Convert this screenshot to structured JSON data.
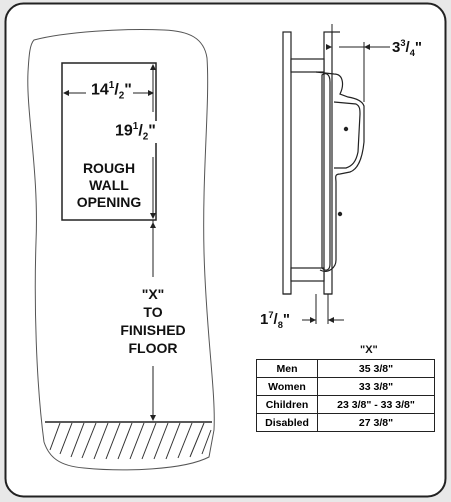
{
  "left_dims": {
    "width": {
      "whole": "14",
      "num": "1",
      "den": "2",
      "unit": "\""
    },
    "height": {
      "whole": "19",
      "num": "1",
      "den": "2",
      "unit": "\""
    }
  },
  "rough_opening_lines": [
    "ROUGH",
    "WALL",
    "OPENING"
  ],
  "x_floor_lines": [
    "\"X\"",
    "TO",
    "FINISHED",
    "FLOOR"
  ],
  "side_dims": {
    "depth": {
      "whole": "3",
      "num": "3",
      "den": "4",
      "unit": "\""
    },
    "base": {
      "whole": "1",
      "num": "7",
      "den": "8",
      "unit": "\""
    }
  },
  "table": {
    "header": "\"X\"",
    "rows": [
      {
        "label": "Men",
        "value": "35 3/8\""
      },
      {
        "label": "Women",
        "value": "33 3/8\""
      },
      {
        "label": "Children",
        "value": "23 3/8\" - 33 3/8\""
      },
      {
        "label": "Disabled",
        "value": "27 3/8\""
      }
    ]
  }
}
